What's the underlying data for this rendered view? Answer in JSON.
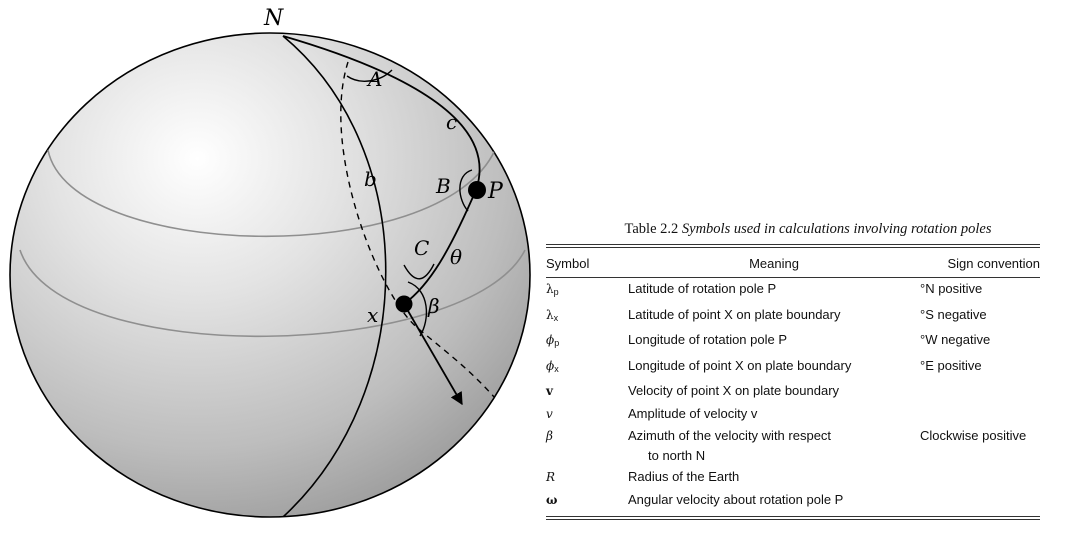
{
  "diagram": {
    "labels": {
      "north": "N",
      "angle_a": "A",
      "arc_c": "c",
      "arc_b": "b",
      "angle_b": "B",
      "pole_p": "P",
      "angle_c": "C",
      "theta": "θ",
      "point_x": "x",
      "beta": "β"
    }
  },
  "table": {
    "caption_number": "Table 2.2",
    "caption_title": "Symbols used in calculations involving rotation poles",
    "headers": [
      "Symbol",
      "Meaning",
      "Sign convention"
    ],
    "rows": [
      {
        "symbol": "λ",
        "sub": "p",
        "style": "normal",
        "meaning": "Latitude of rotation pole P",
        "meaning2": "",
        "sign": "°N positive"
      },
      {
        "symbol": "λ",
        "sub": "x",
        "style": "normal",
        "meaning": "Latitude of point X on plate boundary",
        "meaning2": "",
        "sign": "°S negative"
      },
      {
        "symbol": "ϕ",
        "sub": "p",
        "style": "italic",
        "meaning": "Longitude of rotation pole P",
        "meaning2": "",
        "sign": "°W negative"
      },
      {
        "symbol": "ϕ",
        "sub": "x",
        "style": "italic",
        "meaning": "Longitude of point X on plate boundary",
        "meaning2": "",
        "sign": "°E positive"
      },
      {
        "symbol": "v",
        "sub": "",
        "style": "bold",
        "meaning": "Velocity of point X on plate boundary",
        "meaning2": "",
        "sign": ""
      },
      {
        "symbol": "v",
        "sub": "",
        "style": "italic",
        "meaning": "Amplitude of velocity v",
        "meaning2": "",
        "sign": ""
      },
      {
        "symbol": "β",
        "sub": "",
        "style": "italic",
        "meaning": "Azimuth of the velocity with respect",
        "meaning2": "to north N",
        "sign": "Clockwise positive"
      },
      {
        "symbol": "R",
        "sub": "",
        "style": "italic",
        "meaning": "Radius of the Earth",
        "meaning2": "",
        "sign": ""
      },
      {
        "symbol": "ω",
        "sub": "",
        "style": "bold",
        "meaning": "Angular velocity about rotation pole P",
        "meaning2": "",
        "sign": ""
      }
    ]
  }
}
